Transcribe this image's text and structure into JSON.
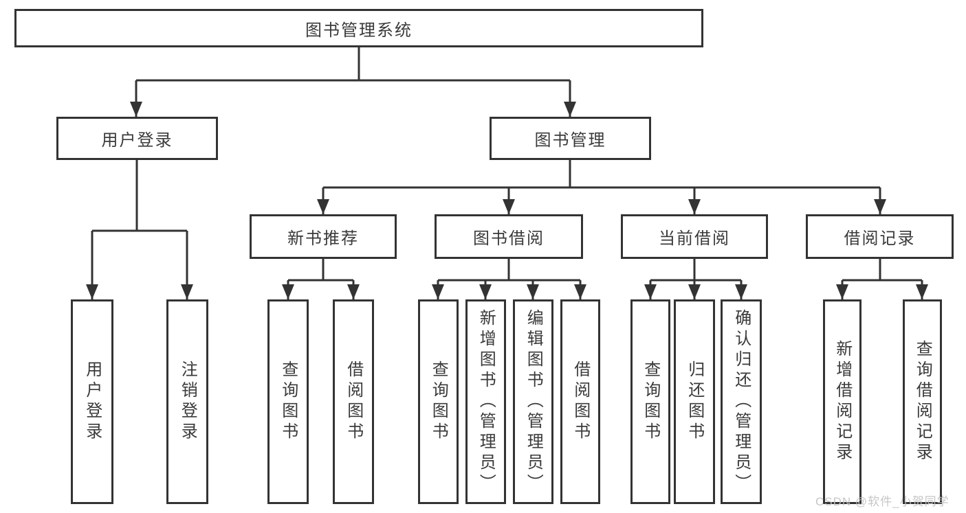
{
  "diagram": {
    "root": {
      "label": "图书管理系统",
      "children": [
        {
          "label": "用户登录",
          "children": [
            {
              "label": "用户登录"
            },
            {
              "label": "注销登录"
            }
          ]
        },
        {
          "label": "图书管理",
          "children": [
            {
              "label": "新书推荐",
              "children": [
                {
                  "label": "查询图书"
                },
                {
                  "label": "借阅图书"
                }
              ]
            },
            {
              "label": "图书借阅",
              "children": [
                {
                  "label": "查询图书"
                },
                {
                  "label": "新增图书（管理员）"
                },
                {
                  "label": "编辑图书（管理员）"
                },
                {
                  "label": "借阅图书"
                }
              ]
            },
            {
              "label": "当前借阅",
              "children": [
                {
                  "label": "查询图书"
                },
                {
                  "label": "归还图书"
                },
                {
                  "label": "确认归还（管理员）"
                }
              ]
            },
            {
              "label": "借阅记录",
              "children": [
                {
                  "label": "新增借阅记录"
                },
                {
                  "label": "查询借阅记录"
                }
              ]
            }
          ]
        }
      ]
    }
  },
  "watermark": {
    "text": "CSDN @软件_小贺同学"
  },
  "colors": {
    "line": "#333333",
    "text": "#3a3a3a",
    "watermark": "#c2c2c2",
    "background": "#ffffff"
  }
}
